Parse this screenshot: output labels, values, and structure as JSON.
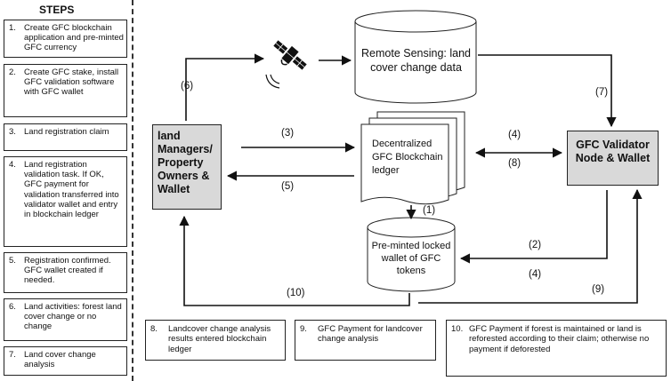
{
  "steps": {
    "title": "STEPS",
    "items": [
      {
        "num": "1.",
        "text": "Create GFC blockchain application and pre-minted GFC currency"
      },
      {
        "num": "2.",
        "text": "Create GFC stake, install GFC validation software with GFC wallet"
      },
      {
        "num": "3.",
        "text": "Land registration claim"
      },
      {
        "num": "4.",
        "text": "Land registration validation task. If OK, GFC payment for validation transferred into validator wallet and entry in blockchain ledger"
      },
      {
        "num": "5.",
        "text": "Registration confirmed. GFC wallet created if needed."
      },
      {
        "num": "6.",
        "text": "Land activities: forest land cover change or no change"
      },
      {
        "num": "7.",
        "text": "Land cover change analysis"
      }
    ]
  },
  "nodes": {
    "land_managers": "land Managers/ Property Owners & Wallet",
    "remote_sensing": "Remote Sensing: land cover change data",
    "ledger": "Decentralized GFC Blockchain ledger",
    "validator": "GFC Validator Node & Wallet",
    "wallet": "Pre-minted locked wallet of GFC tokens"
  },
  "arrow_labels": {
    "l1": "(1)",
    "l2": "(2)",
    "l3": "(3)",
    "l4a": "(4)",
    "l4b": "(4)",
    "l5": "(5)",
    "l6": "(6)",
    "l7": "(7)",
    "l8": "(8)",
    "l9": "(9)",
    "l10": "(10)"
  },
  "notes": [
    {
      "num": "8.",
      "text": "Landcover change analysis results entered blockchain ledger"
    },
    {
      "num": "9.",
      "text": "GFC Payment for landcover change analysis"
    },
    {
      "num": "10.",
      "text": "GFC Payment if forest is maintained or land is reforested according to their claim; otherwise no payment if deforested"
    }
  ],
  "icons": {
    "satellite": "satellite-icon"
  }
}
